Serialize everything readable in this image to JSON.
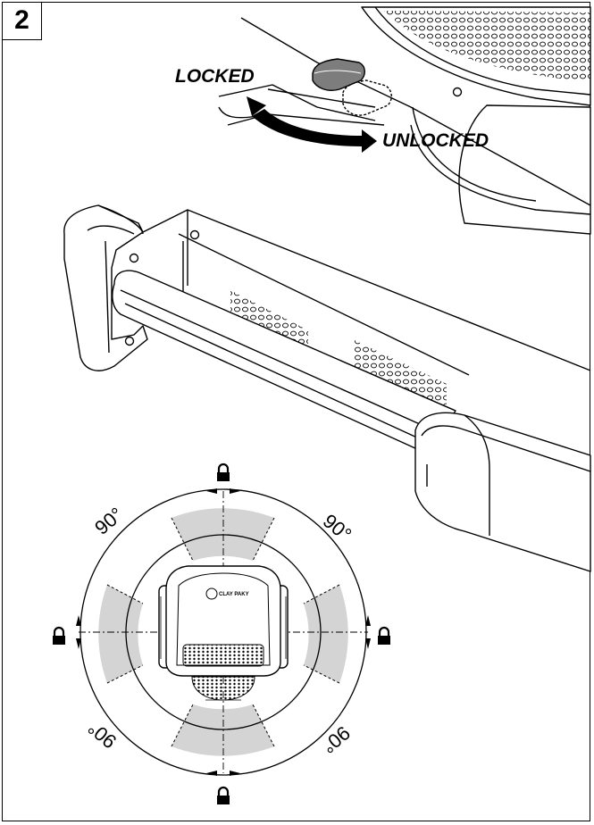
{
  "figure": {
    "number": "2"
  },
  "labels": {
    "locked": "LOCKED",
    "unlocked": "UNLOCKED"
  },
  "angles": [
    "90°",
    "90°",
    "90°",
    "90°"
  ],
  "brand": {
    "logo_text": "CLAY PAKY"
  },
  "icons": {
    "lock": "padlock-icon",
    "arrow": "double-curved-arrow-icon"
  },
  "colors": {
    "stroke": "#000000",
    "zone_fill": "#d4d4d4",
    "background": "#ffffff"
  }
}
